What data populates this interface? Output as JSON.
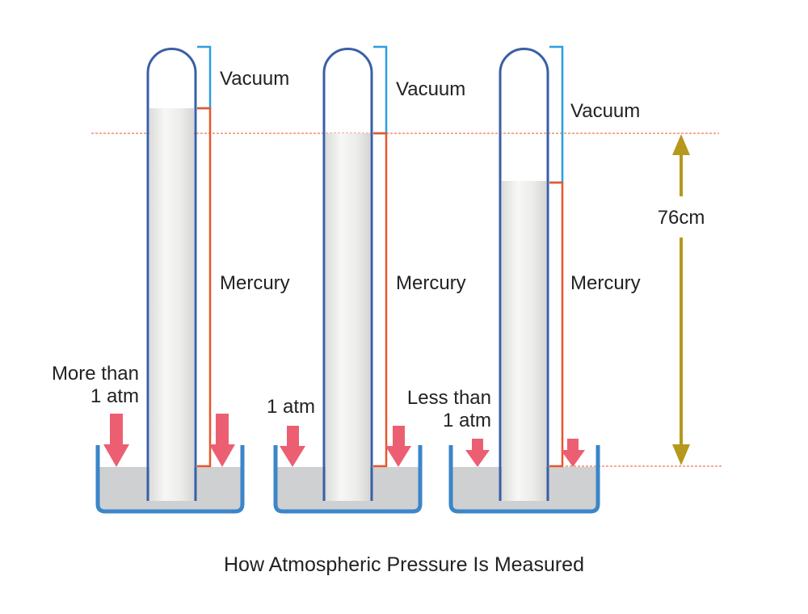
{
  "title": "How Atmospheric Pressure Is Measured",
  "height_label": "76cm",
  "colors": {
    "tube_outline": "#3a5fa6",
    "dish_outline": "#3a86c8",
    "mercury_fill": "#e8e8e6",
    "dish_mercury": "#cfd0d2",
    "vacuum_bracket": "#2a9ee0",
    "mercury_bracket": "#e8562a",
    "pressure_arrow": "#ec5f72",
    "height_arrow": "#b5981c",
    "reference_line": "#e8562a"
  },
  "barometers": [
    {
      "vacuum_label": "Vacuum",
      "mercury_label": "Mercury",
      "pressure_label": [
        "More than",
        "1 atm"
      ],
      "pressure_strength": "high"
    },
    {
      "vacuum_label": "Vacuum",
      "mercury_label": "Mercury",
      "pressure_label": [
        "1 atm"
      ],
      "pressure_strength": "normal"
    },
    {
      "vacuum_label": "Vacuum",
      "mercury_label": "Mercury",
      "pressure_label": [
        "Less than",
        "1 atm"
      ],
      "pressure_strength": "low"
    }
  ]
}
